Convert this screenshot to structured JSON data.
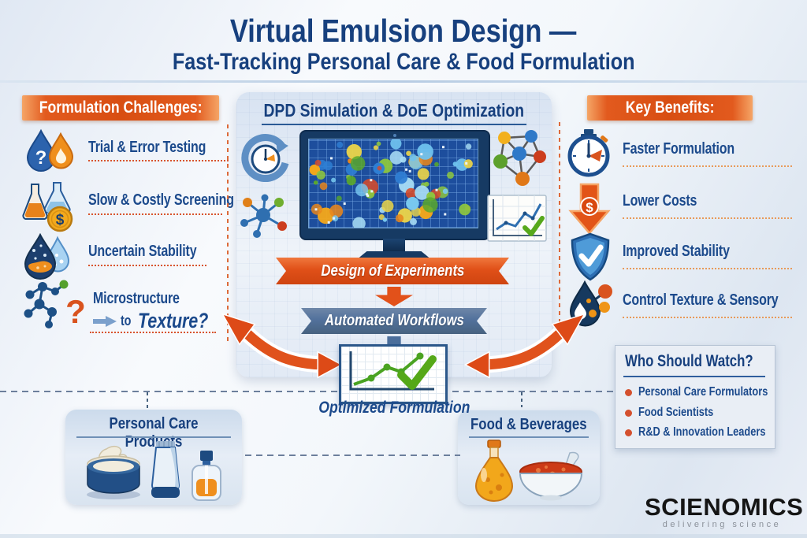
{
  "header": {
    "title_line1": "Virtual Emulsion Design —",
    "title_line2": "Fast-Tracking Personal Care & Food Formulation"
  },
  "left_panel": {
    "title": "Formulation Challenges:",
    "items": [
      {
        "icon": "droplets-question-icon",
        "label": "Trial & Error Testing"
      },
      {
        "icon": "flasks-dollar-icon",
        "label": "Slow & Costly Screening"
      },
      {
        "icon": "droplets-stability-icon",
        "label": "Uncertain Stability"
      },
      {
        "icon": "molecule-question-icon",
        "label": "Microstructure",
        "label2_prefix": "to",
        "label2_word": "Texture?"
      }
    ]
  },
  "center_panel": {
    "title": "DPD Simulation & DoE Optimization",
    "ribbon_doe": "Design of Experiments",
    "ribbon_workflows": "Automated Workflows",
    "result_label": "Optimized Formulation",
    "icons": [
      "clock-cycle-icon",
      "molecule-icon",
      "simulation-monitor-icon",
      "network-graph-icon",
      "mini-trend-chart-icon",
      "trend-chart-check-icon"
    ]
  },
  "right_panel": {
    "title": "Key Benefits:",
    "items": [
      {
        "icon": "stopwatch-icon",
        "label": "Faster Formulation"
      },
      {
        "icon": "cost-down-arrow-icon",
        "label": "Lower Costs"
      },
      {
        "icon": "shield-check-icon",
        "label": "Improved Stability"
      },
      {
        "icon": "droplet-molecule-icon",
        "label": "Control Texture & Sensory"
      }
    ]
  },
  "who_box": {
    "title": "Who Should Watch?",
    "bullets": [
      "Personal Care Formulators",
      "Food Scientists",
      "R&D & Innovation Leaders"
    ]
  },
  "products_panel": {
    "title": "Personal Care Products",
    "icons": [
      "cream-jar-icon",
      "tube-icon",
      "serum-bottle-icon"
    ]
  },
  "food_panel": {
    "title": "Food & Beverages",
    "icons": [
      "oil-bottle-icon",
      "sauce-bowl-icon"
    ]
  },
  "logo": {
    "name": "SCIENOMICS",
    "tagline": "delivering science"
  },
  "colors": {
    "accent_orange": "#e2571d",
    "navy": "#1c4a8c",
    "ribbon_blue": "#52719c",
    "success_green": "#4aa321",
    "bullet_orange": "#d4502e",
    "logo_black": "#151515",
    "tagline_gray": "#8a9099"
  }
}
